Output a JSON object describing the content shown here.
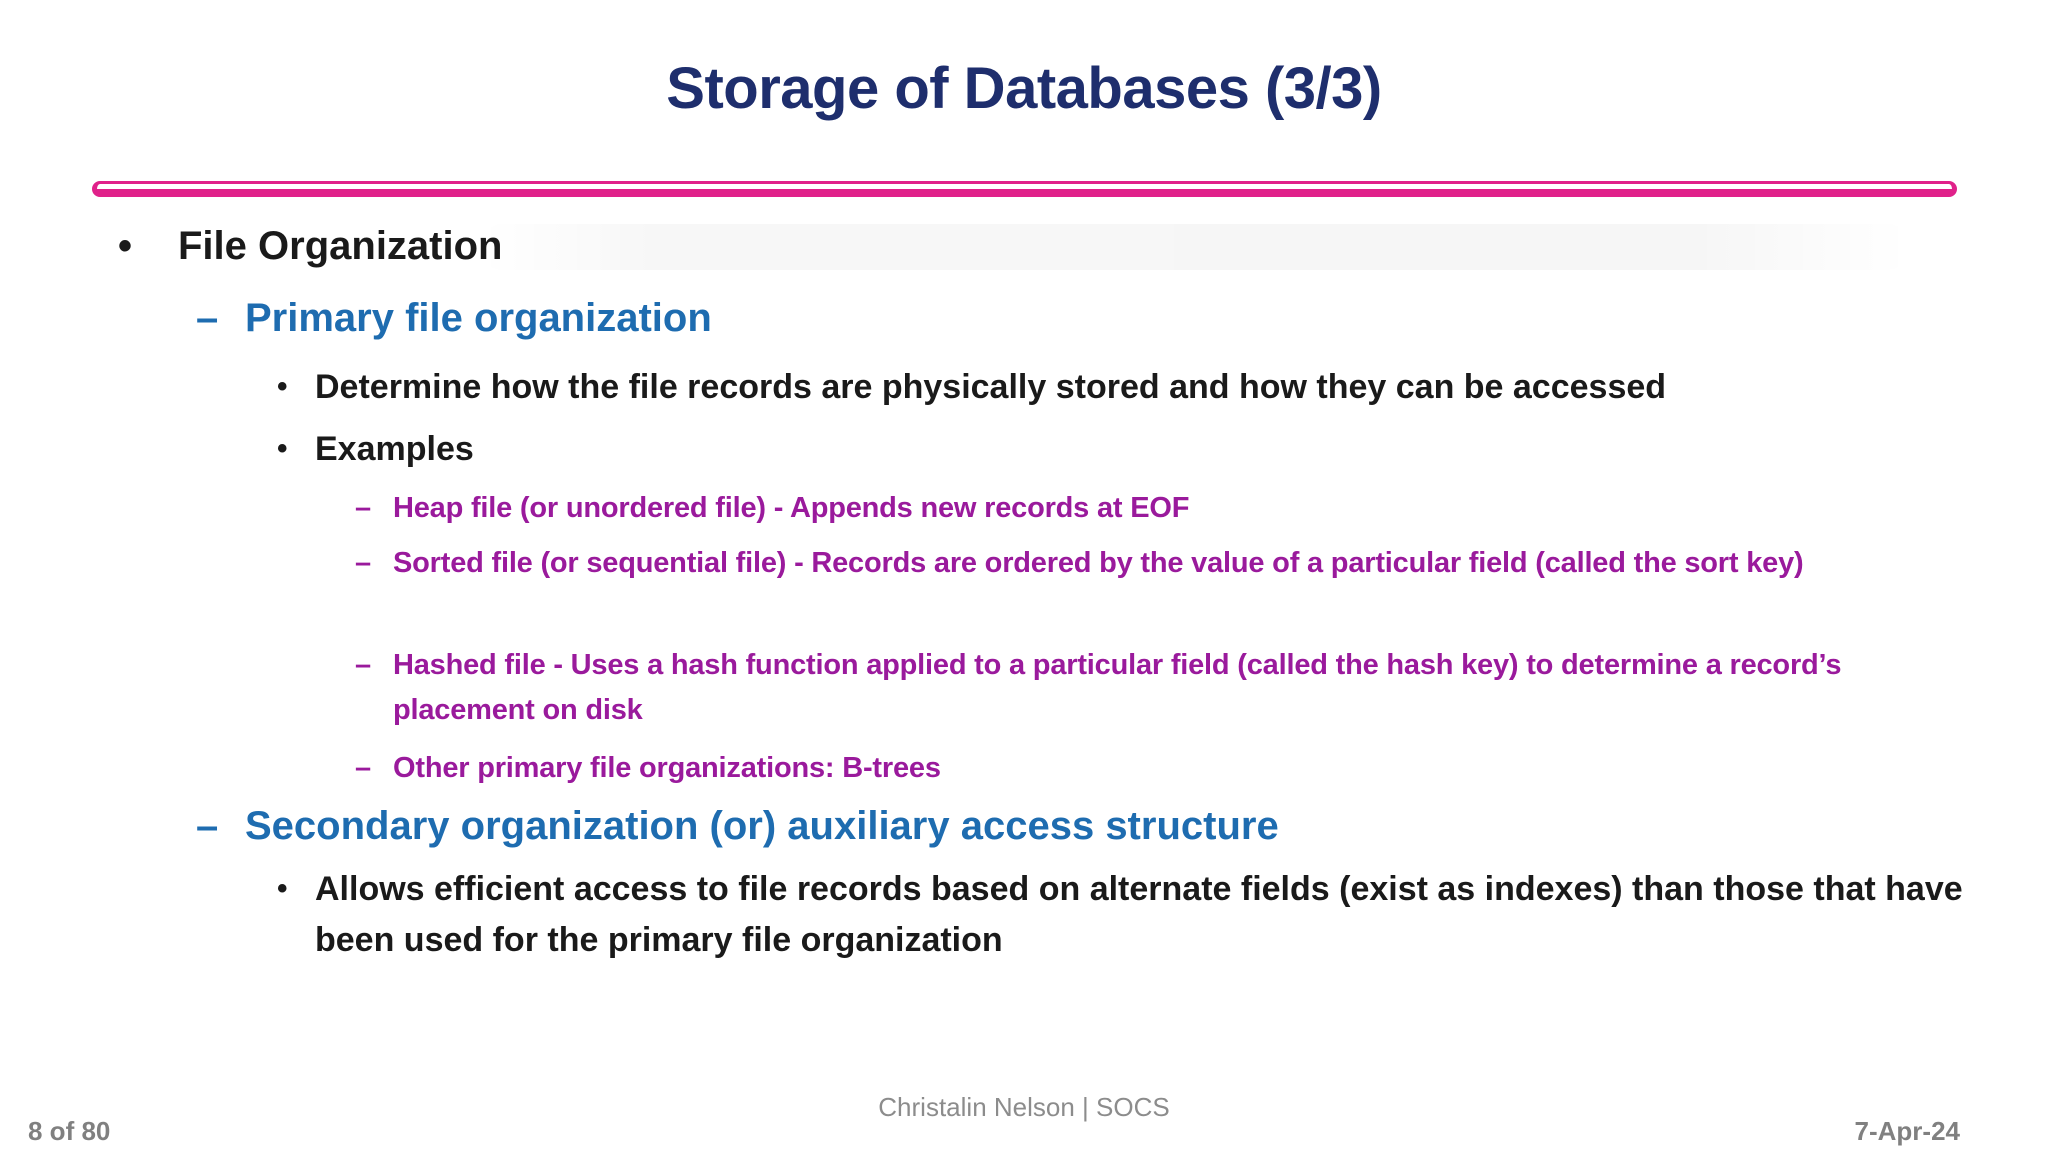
{
  "slide": {
    "title": "Storage of Databases (3/3)",
    "colors": {
      "title_navy": "#1e2e6d",
      "divider_pink": "#e0218a",
      "heading_blue": "#1e6cb0",
      "bullet_purple": "#9a1a9c",
      "body_black": "#1a1a1a",
      "footer_gray": "#8c8c8c"
    }
  },
  "content": {
    "file_organization": "File Organization",
    "primary": {
      "heading": "Primary file organization",
      "points": [
        "Determine how the file records are physically stored and how they can be accessed",
        "Examples"
      ],
      "examples": [
        "Heap file (or unordered file) - Appends new records at EOF",
        "Sorted file (or sequential file) - Records are ordered by the value of a particular field (called the sort key)",
        "Hashed file - Uses a hash function applied to a particular field (called the hash key) to determine a record’s placement on disk",
        "Other primary file organizations: B-trees"
      ]
    },
    "secondary": {
      "heading": "Secondary organization (or) auxiliary access structure",
      "points": [
        "Allows efficient access to file records based on alternate fields (exist as indexes) than those that have been used for the primary file organization"
      ]
    }
  },
  "footer": {
    "center": "Christalin Nelson | SOCS",
    "page": "8 of 80",
    "date": "7-Apr-24"
  }
}
